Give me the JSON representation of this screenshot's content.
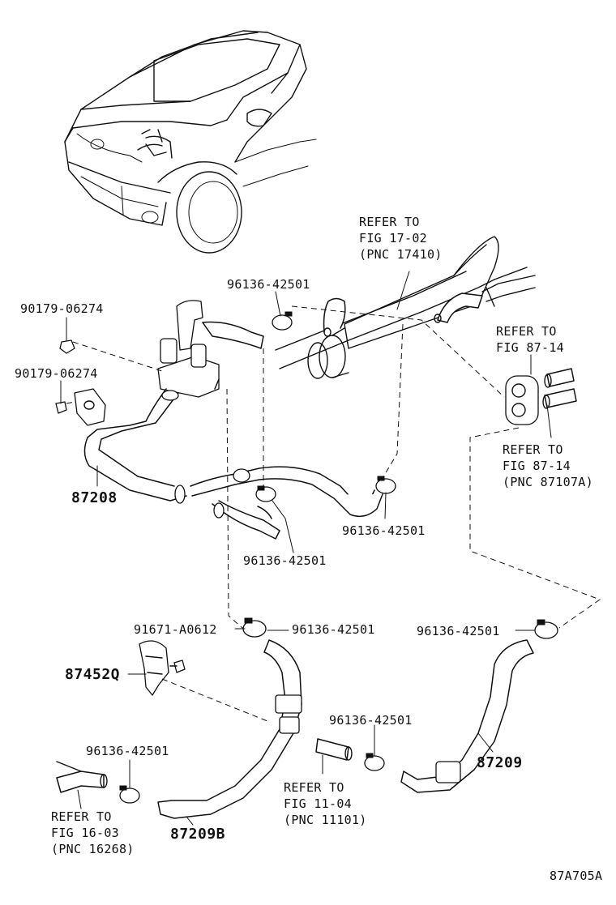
{
  "diagram_code": "87A705A",
  "refer_fig_17_02": {
    "line1": "REFER TO",
    "line2": "FIG 17-02",
    "line3": "(PNC 17410)"
  },
  "refer_fig_87_14_a": {
    "line1": "REFER TO",
    "line2": "FIG 87-14"
  },
  "refer_fig_87_14_b": {
    "line1": "REFER TO",
    "line2": "FIG 87-14",
    "line3": "(PNC 87107A)"
  },
  "refer_fig_11_04": {
    "line1": "REFER TO",
    "line2": "FIG 11-04",
    "line3": "(PNC 11101)"
  },
  "refer_fig_16_03": {
    "line1": "REFER TO",
    "line2": "FIG 16-03",
    "line3": "(PNC 16268)"
  },
  "parts": {
    "bolt_upper": "90179-06274",
    "bolt_lower": "90179-06274",
    "clamp_top": "96136-42501",
    "clamp_mid_right": "96136-42501",
    "clamp_mid_center": "96136-42501",
    "clamp_lower_center": "96136-42501",
    "clamp_lower_right": "96136-42501",
    "clamp_bottom_center": "96136-42501",
    "clamp_bottom_left": "96136-42501",
    "bolt_bracket": "91671-A0612",
    "hose_assembly": "87208",
    "bracket": "87452Q",
    "hose_right": "87209",
    "hose_left": "87209B"
  }
}
